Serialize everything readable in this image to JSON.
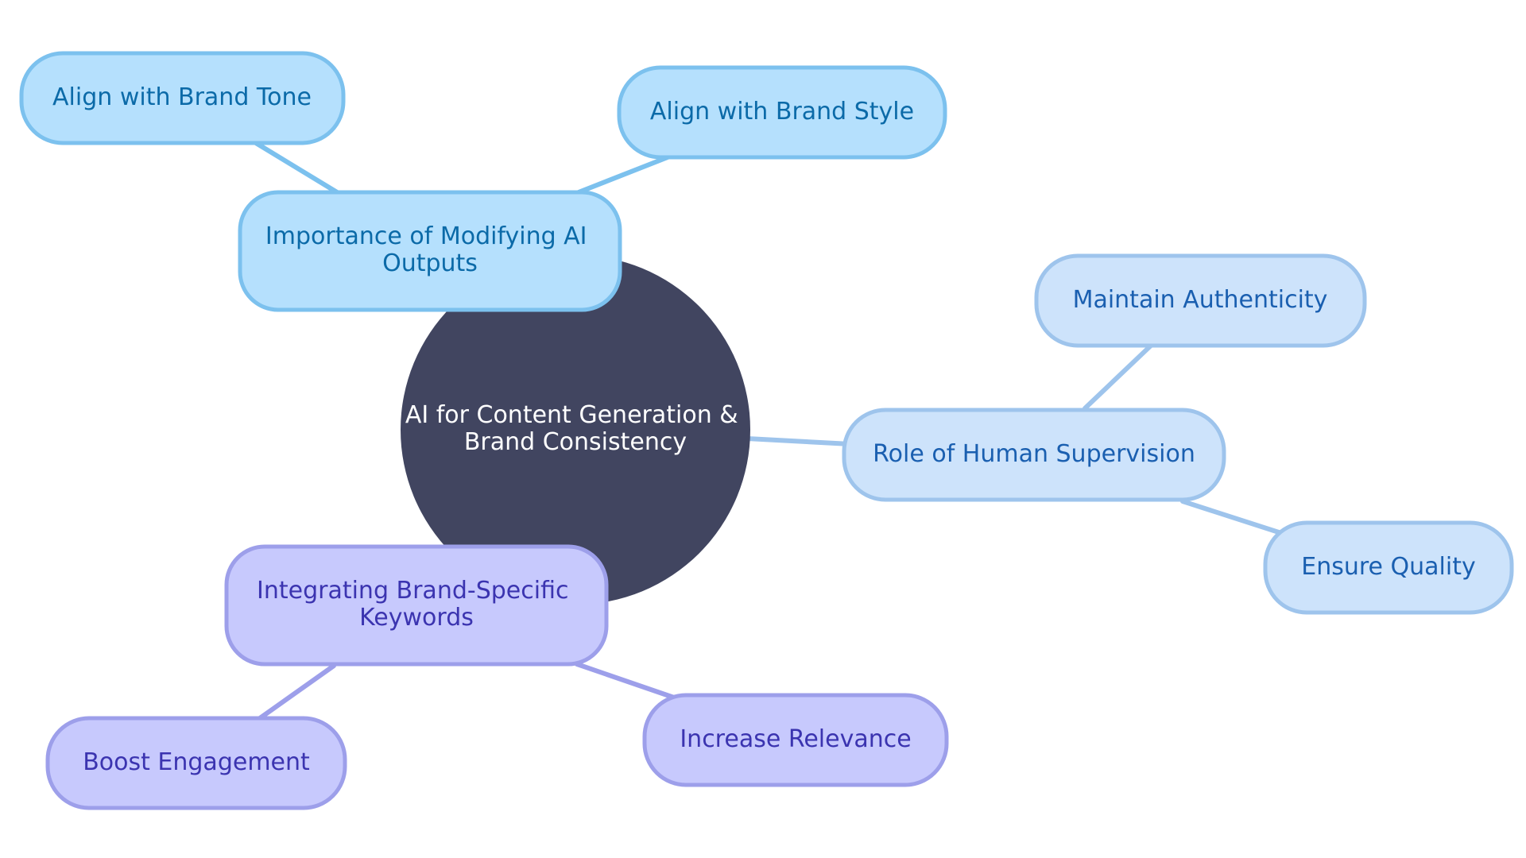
{
  "root": {
    "lines": [
      "AI for Content Generation &",
      "Brand Consistency"
    ],
    "color": "#414560"
  },
  "branches": [
    {
      "id": "modify",
      "lines": [
        "Importance of Modifying AI",
        "Outputs"
      ],
      "fill": "#b5e0fd",
      "stroke": "#7cc1ee",
      "text_color": "#0b6aa8",
      "children": [
        {
          "id": "brand-tone",
          "lines": [
            "Align with Brand Tone"
          ]
        },
        {
          "id": "brand-style",
          "lines": [
            "Align with Brand Style"
          ]
        }
      ]
    },
    {
      "id": "human",
      "lines": [
        "Role of Human Supervision"
      ],
      "fill": "#cde3fb",
      "stroke": "#9ec4ec",
      "text_color": "#1a5fb0",
      "children": [
        {
          "id": "authenticity",
          "lines": [
            "Maintain Authenticity"
          ]
        },
        {
          "id": "quality",
          "lines": [
            "Ensure Quality"
          ]
        }
      ]
    },
    {
      "id": "keywords",
      "lines": [
        "Integrating Brand-Specific",
        "Keywords"
      ],
      "fill": "#c7c9fd",
      "stroke": "#9d9fea",
      "text_color": "#3b34b0",
      "children": [
        {
          "id": "engagement",
          "lines": [
            "Boost Engagement"
          ]
        },
        {
          "id": "relevance",
          "lines": [
            "Increase Relevance"
          ]
        }
      ]
    }
  ]
}
